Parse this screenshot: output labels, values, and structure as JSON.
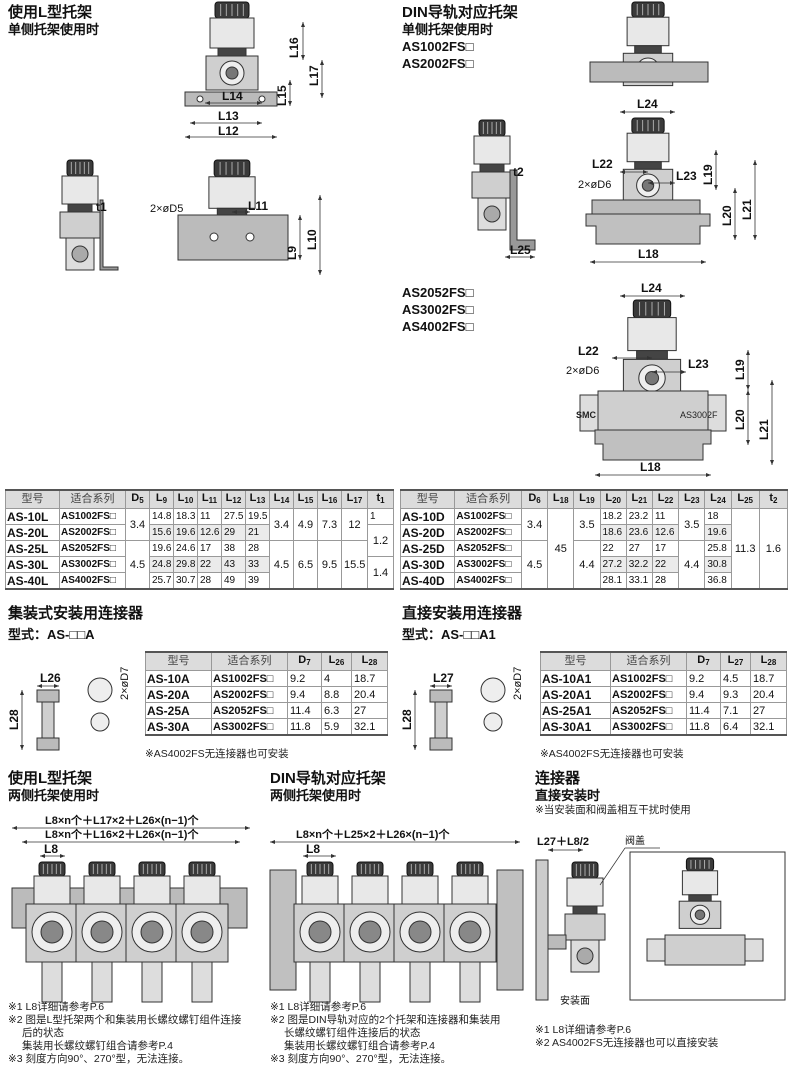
{
  "top_left": {
    "title": "使用L型托架",
    "subtitle": "单侧托架使用时"
  },
  "top_right": {
    "title": "DIN导轨对应托架",
    "subtitle": "单侧托架使用时",
    "models": [
      "AS1002FS□",
      "AS2002FS□"
    ]
  },
  "mid_right": {
    "models": [
      "AS2052FS□",
      "AS3002FS□",
      "AS4002FS□"
    ]
  },
  "dims": {
    "L16": "L16",
    "L17": "L17",
    "L15": "L15",
    "L14": "L14",
    "L13": "L13",
    "L12": "L12",
    "t1": "t1",
    "D5": "2×øD5",
    "L11": "L11",
    "L9": "L9",
    "L10": "L10",
    "L24": "L24",
    "t2": "t2",
    "L22": "L22",
    "L23": "L23",
    "D6": "2×øD6",
    "L19": "L19",
    "L20": "L20",
    "L21": "L21",
    "L25": "L25",
    "L18": "L18",
    "L26": "L26",
    "L28": "L28",
    "D7": "2×øD7",
    "L27": "L27",
    "L8": "L8",
    "formula1": "L8×n个＋L17×2＋L26×(n−1)个",
    "formula2": "L8×n个＋L16×2＋L26×(n−1)个",
    "formula3": "L8×n个＋L25×2＋L26×(n−1)个",
    "formula4": "L27＋L8/2",
    "valve_cover": "阀盖",
    "mount_face": "安装面",
    "brand": "SMC",
    "body_mark": "AS3002F"
  },
  "l_table": {
    "headers": [
      "型号",
      "适合系列",
      "D5",
      "L9",
      "L10",
      "L11",
      "L12",
      "L13",
      "L14",
      "L15",
      "L16",
      "L17",
      "t1"
    ],
    "rows": [
      [
        "AS-10L",
        "AS1002FS□",
        "3.4",
        "14.8",
        "18.3",
        "11",
        "27.5",
        "19.5",
        "3.4",
        "4.9",
        "7.3",
        "12",
        "1"
      ],
      [
        "AS-20L",
        "AS2002FS□",
        null,
        "15.6",
        "19.6",
        "12.6",
        "29",
        "21",
        null,
        null,
        null,
        null,
        "1.2"
      ],
      [
        "AS-25L",
        "AS2052FS□",
        "4.5",
        "19.6",
        "24.6",
        "17",
        "38",
        "28",
        "4.5",
        "6.5",
        "9.5",
        "15.5",
        null
      ],
      [
        "AS-30L",
        "AS3002FS□",
        null,
        "24.8",
        "29.8",
        "22",
        "43",
        "33",
        null,
        null,
        null,
        null,
        "1.4"
      ],
      [
        "AS-40L",
        "AS4002FS□",
        null,
        "25.7",
        "30.7",
        "28",
        "49",
        "39",
        null,
        null,
        null,
        null,
        null
      ]
    ]
  },
  "d_table": {
    "headers": [
      "型号",
      "适合系列",
      "D6",
      "L18",
      "L19",
      "L20",
      "L21",
      "L22",
      "L23",
      "L24",
      "L25",
      "t2"
    ],
    "rows": [
      [
        "AS-10D",
        "AS1002FS□",
        "3.4",
        "45",
        "3.5",
        "18.2",
        "23.2",
        "11",
        "3.5",
        "18",
        "11.3",
        "1.6"
      ],
      [
        "AS-20D",
        "AS2002FS□",
        null,
        null,
        null,
        "18.6",
        "23.6",
        "12.6",
        null,
        "19.6",
        null,
        null
      ],
      [
        "AS-25D",
        "AS2052FS□",
        "4.5",
        null,
        "4.4",
        "22",
        "27",
        "17",
        "4.4",
        "25.8",
        null,
        null
      ],
      [
        "AS-30D",
        "AS3002FS□",
        null,
        null,
        null,
        "27.2",
        "32.2",
        "22",
        null,
        "30.8",
        null,
        null
      ],
      [
        "AS-40D",
        "AS4002FS□",
        null,
        null,
        null,
        "28.1",
        "33.1",
        "28",
        null,
        "36.8",
        null,
        null
      ]
    ]
  },
  "connector_a": {
    "title": "集装式安装用连接器",
    "type_label": "型式：AS-□□A",
    "headers": [
      "型号",
      "适合系列",
      "D7",
      "L26",
      "L28"
    ],
    "rows": [
      [
        "AS-10A",
        "AS1002FS□",
        "9.2",
        "4",
        "18.7"
      ],
      [
        "AS-20A",
        "AS2002FS□",
        "9.4",
        "8.8",
        "20.4"
      ],
      [
        "AS-25A",
        "AS2052FS□",
        "11.4",
        "6.3",
        "27"
      ],
      [
        "AS-30A",
        "AS3002FS□",
        "11.8",
        "5.9",
        "32.1"
      ]
    ],
    "note": "※AS4002FS无连接器也可安装"
  },
  "connector_a1": {
    "title": "直接安装用连接器",
    "type_label": "型式：AS-□□A1",
    "headers": [
      "型号",
      "适合系列",
      "D7",
      "L27",
      "L28"
    ],
    "rows": [
      [
        "AS-10A1",
        "AS1002FS□",
        "9.2",
        "4.5",
        "18.7"
      ],
      [
        "AS-20A1",
        "AS2002FS□",
        "9.4",
        "9.3",
        "20.4"
      ],
      [
        "AS-25A1",
        "AS2052FS□",
        "11.4",
        "7.1",
        "27"
      ],
      [
        "AS-30A1",
        "AS3002FS□",
        "11.8",
        "6.4",
        "32.1"
      ]
    ],
    "note": "※AS4002FS无连接器也可安装"
  },
  "bottom_left": {
    "title": "使用L型托架",
    "subtitle": "两侧托架使用时",
    "notes": [
      "※1 L8详细请参考P.6",
      "※2 图是L型托架两个和集装用长螺纹螺钉组件连接",
      "后的状态",
      "集装用长螺纹螺钉组合请参考P.4",
      "※3 刻度方向90°、270°型，无法连接。"
    ]
  },
  "bottom_mid": {
    "title": "DIN导轨对应托架",
    "subtitle": "两侧托架使用时",
    "notes": [
      "※1 L8详细请参考P.6",
      "※2 图是DIN导轨对应的2个托架和连接器和集装用",
      "长螺纹螺钉组件连接后的状态",
      "集装用长螺纹螺钉组合请参考P.4",
      "※3 刻度方向90°、270°型，无法连接。"
    ]
  },
  "bottom_right": {
    "title": "连接器",
    "subtitle": "直接安装时",
    "hint": "※当安装面和阀盖相互干扰时使用",
    "notes": [
      "※1 L8详细请参考P.6",
      "※2 AS4002FS无连接器也可以直接安装"
    ]
  }
}
